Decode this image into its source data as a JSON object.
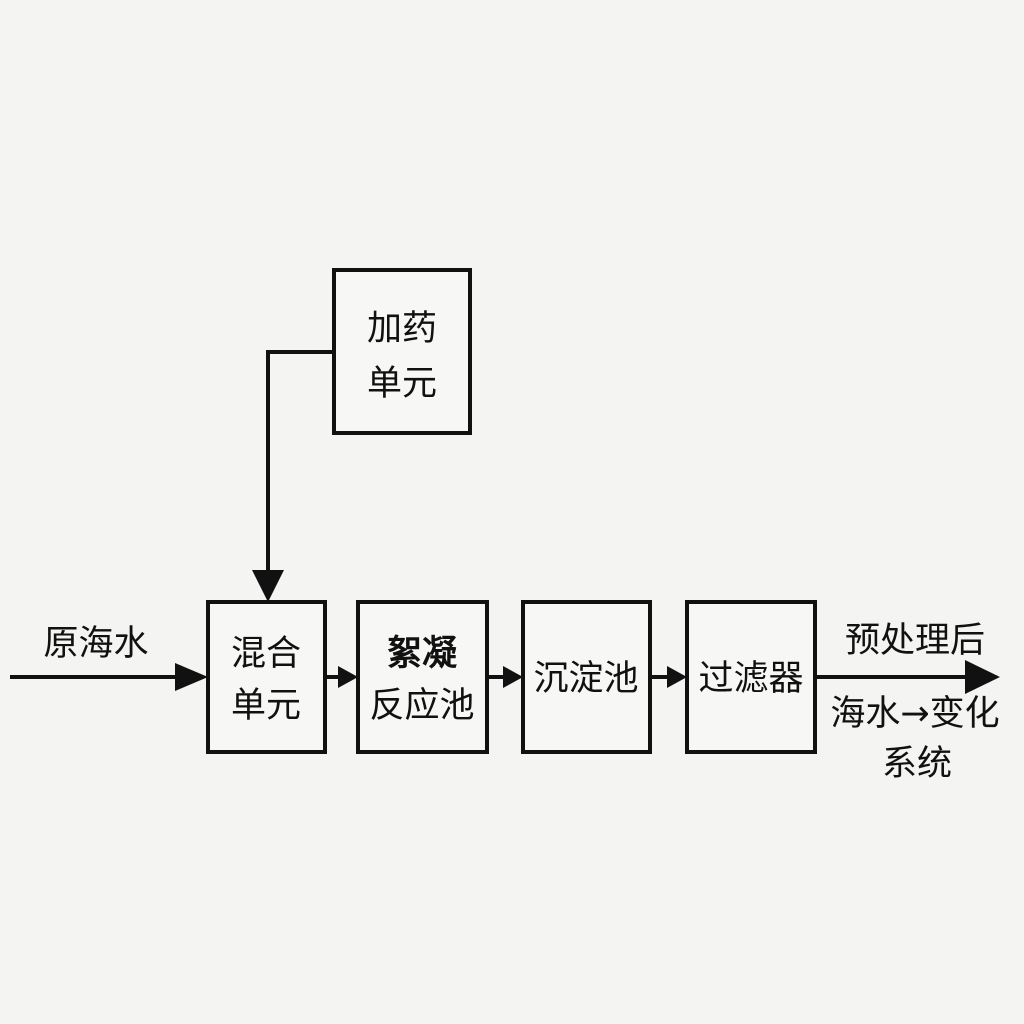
{
  "diagram": {
    "dosing_unit": [
      "加药",
      "单元"
    ],
    "input_label": "原海水",
    "mixing_unit": [
      "混合",
      "单元"
    ],
    "flocculation_tank": [
      "絮凝",
      "反应池"
    ],
    "sedimentation_tank": "沉淀池",
    "filter": "过滤器",
    "output_label": [
      "预处理后",
      "海水→变化",
      "系统"
    ]
  }
}
